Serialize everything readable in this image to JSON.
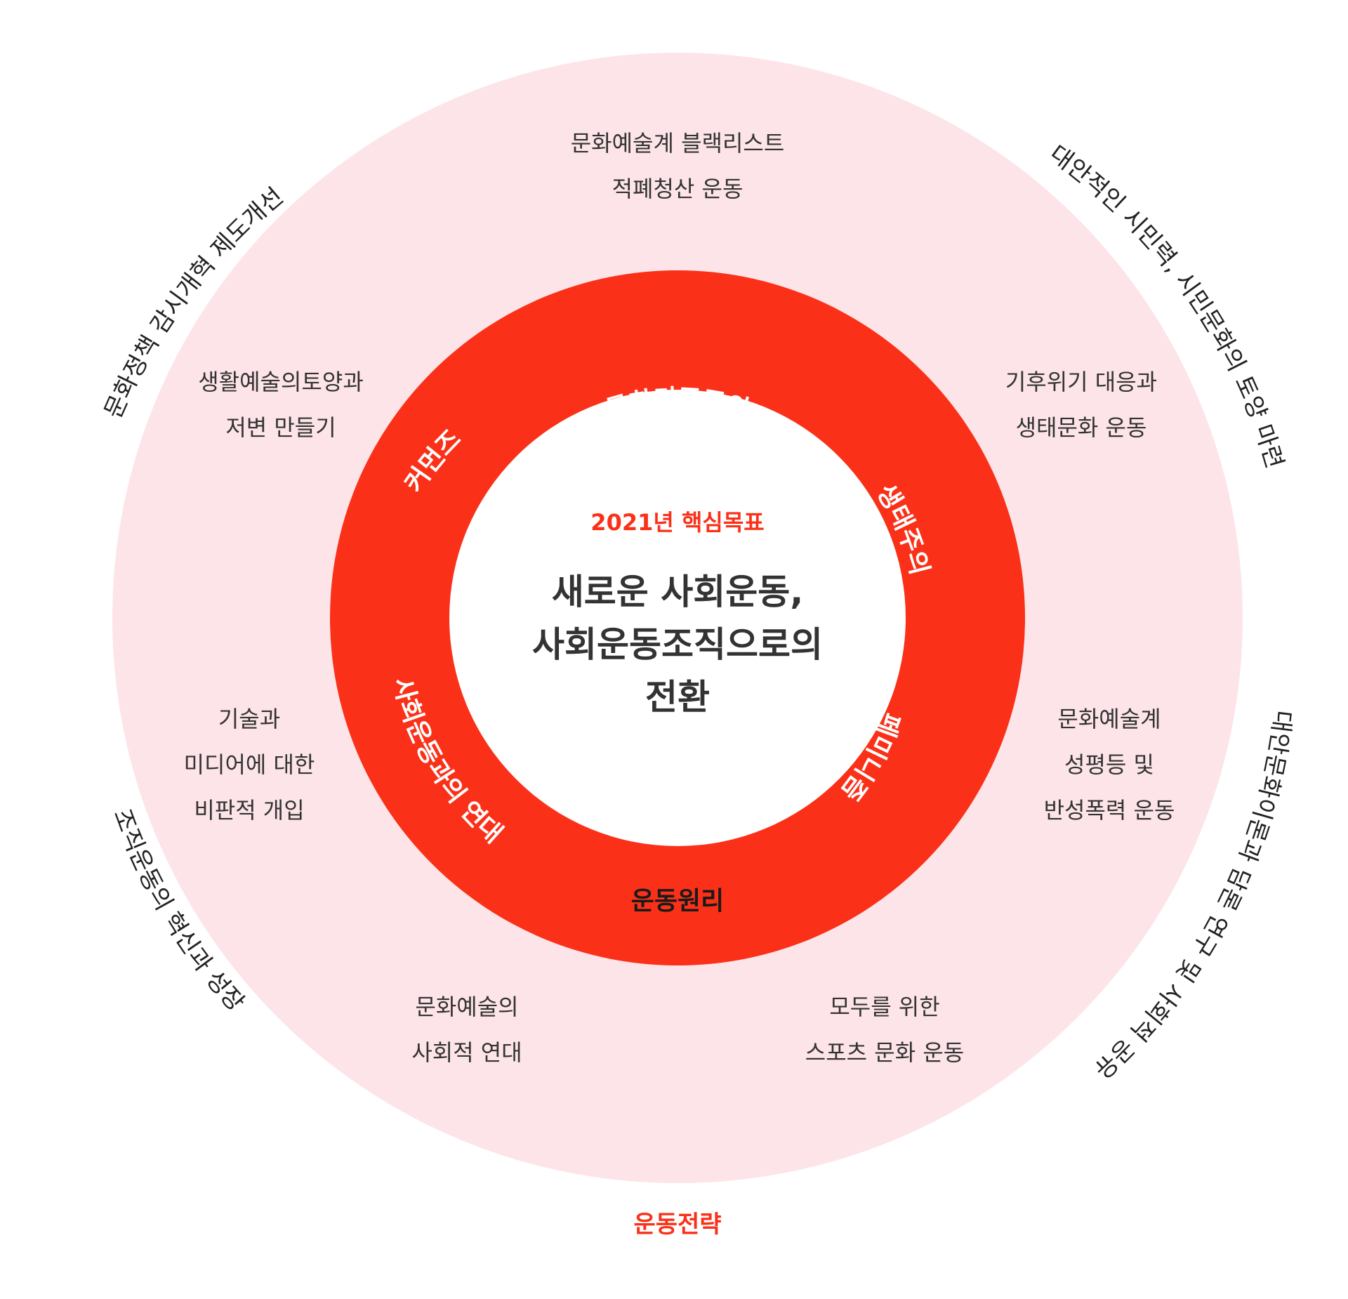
{
  "colors": {
    "outer_ring": "#fde4e8",
    "principle_ring": "#fa3118",
    "center": "#ffffff",
    "accent_text": "#fa3118",
    "dark_text": "#333333"
  },
  "center": {
    "subtitle": "2021년 핵심목표",
    "title_lines": [
      "새로운 사회운동,",
      "사회운동조직으로의",
      "전환"
    ]
  },
  "principles": {
    "ring_label": "운동원리",
    "items": [
      "문화민주주의",
      "생태주의",
      "페미니즘",
      "사회운동과의 연대",
      "커먼즈"
    ]
  },
  "goals": [
    {
      "lines": [
        "문화예술계 블랙리스트",
        "적폐청산 운동"
      ]
    },
    {
      "lines": [
        "기후위기 대응과",
        "생태문화 운동"
      ]
    },
    {
      "lines": [
        "문화예술계",
        "성평등 및",
        "반성폭력 운동"
      ]
    },
    {
      "lines": [
        "모두를 위한",
        "스포츠 문화 운동"
      ]
    },
    {
      "lines": [
        "문화예술의",
        "사회적 연대"
      ]
    },
    {
      "lines": [
        "기술과",
        "미디어에 대한",
        "비판적 개입"
      ]
    },
    {
      "lines": [
        "생활예술의토양과",
        "저변 만들기"
      ]
    }
  ],
  "strategies": {
    "ring_label": "운동전략",
    "items": [
      "문화정책 감시개혁 제도개선",
      "대안적인 시민력, 시민문화의 토양 마련",
      "대안문화이론과 담론 연구 및 사회적 공유",
      "조직운동의 혁신과 성장"
    ]
  }
}
